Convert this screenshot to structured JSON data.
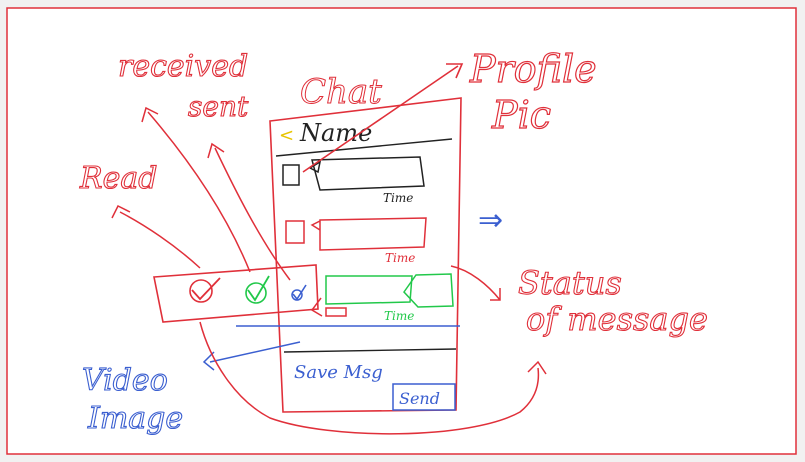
{
  "sketch": {
    "title": "Chat",
    "header": {
      "back": "<",
      "name": "Name"
    },
    "bubbles": [
      {
        "time": "Time"
      },
      {
        "time": "Time"
      },
      {
        "time": "Time"
      }
    ],
    "compose_placeholder": "Save Msg",
    "send_label": "Send"
  },
  "annotations": {
    "profile_pic": [
      "Profile",
      "Pic"
    ],
    "status_of_message": [
      "Status",
      "of message"
    ],
    "read": "Read",
    "received": "received",
    "sent": "sent",
    "video_image": [
      "Video",
      "Image"
    ],
    "swipe_arrow": "⇒"
  },
  "colors": {
    "red": "#e0303a",
    "blue": "#3b5fd0",
    "green": "#22c84a",
    "black": "#222222",
    "yellow": "#e8c400"
  }
}
